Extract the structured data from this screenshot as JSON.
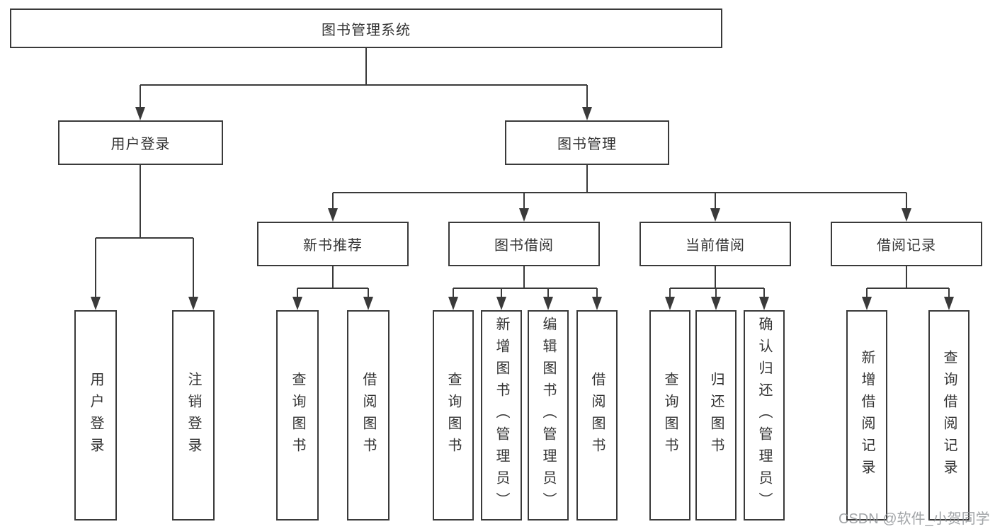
{
  "diagram": {
    "type": "hierarchy-tree",
    "colors": {
      "line": "#3a3a3a",
      "box_border": "#3a3a3a",
      "text": "#333333",
      "background": "#ffffff",
      "watermark": "#919498"
    },
    "watermark": "CSDN @软件_小贺同学",
    "tree": {
      "label": "图书管理系统",
      "children": [
        {
          "label": "用户登录",
          "children": [
            {
              "label": "用户登录"
            },
            {
              "label": "注销登录"
            }
          ]
        },
        {
          "label": "图书管理",
          "children": [
            {
              "label": "新书推荐",
              "children": [
                {
                  "label": "查询图书"
                },
                {
                  "label": "借阅图书"
                }
              ]
            },
            {
              "label": "图书借阅",
              "children": [
                {
                  "label": "查询图书"
                },
                {
                  "label": "新增图书（管理员）"
                },
                {
                  "label": "编辑图书（管理员）"
                },
                {
                  "label": "借阅图书"
                }
              ]
            },
            {
              "label": "当前借阅",
              "children": [
                {
                  "label": "查询图书"
                },
                {
                  "label": "归还图书"
                },
                {
                  "label": "确认归还（管理员）"
                }
              ]
            },
            {
              "label": "借阅记录",
              "children": [
                {
                  "label": "新增借阅记录"
                },
                {
                  "label": "查询借阅记录"
                }
              ]
            }
          ]
        }
      ]
    }
  }
}
